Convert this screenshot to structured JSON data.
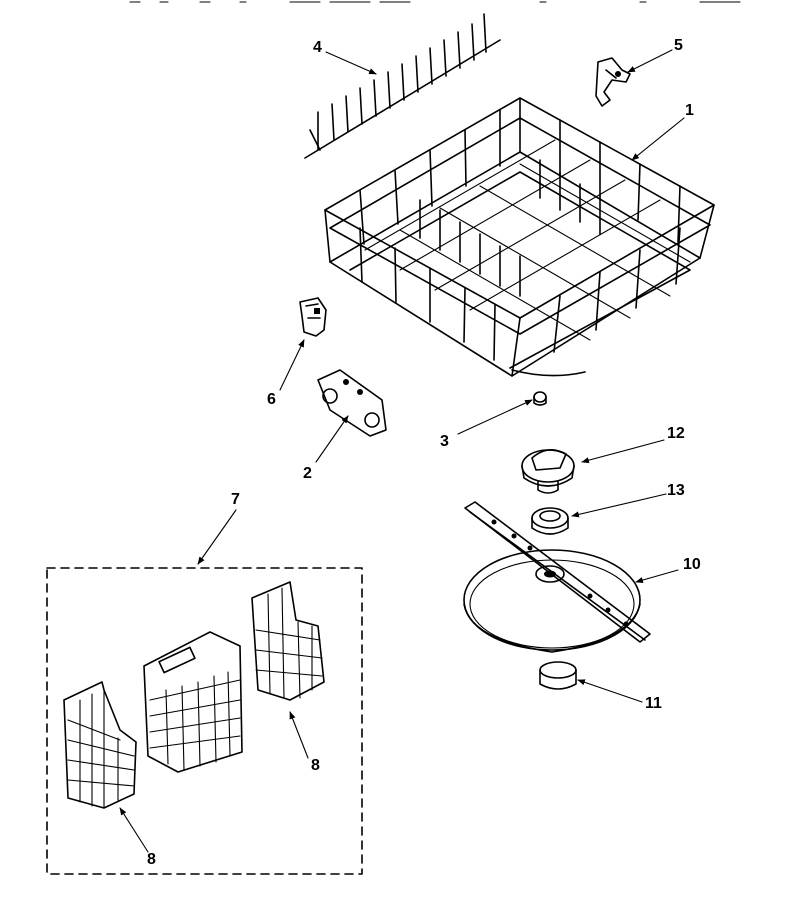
{
  "callouts": {
    "c1": "1",
    "c2": "2",
    "c3": "3",
    "c4": "4",
    "c5": "5",
    "c6": "6",
    "c7": "7",
    "c8a": "8",
    "c8b": "8",
    "c10": "10",
    "c11": "11",
    "c12": "12",
    "c13": "13"
  }
}
